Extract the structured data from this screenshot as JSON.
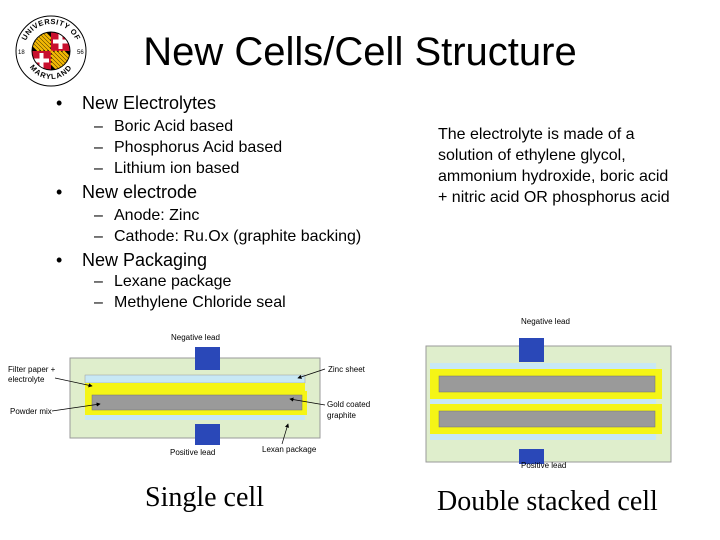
{
  "logo": {
    "ring_top": "UNIVERSITY OF",
    "ring_bottom": "MARYLAND",
    "year_left": "18",
    "year_right": "56",
    "colors": {
      "red": "#c8102e",
      "gold": "#f2b705",
      "black": "#000000"
    }
  },
  "title": "New Cells/Cell Structure",
  "bullets": [
    {
      "label": "New Electrolytes",
      "subs": [
        "Boric Acid based",
        "Phosphorus Acid based",
        "Lithium ion based"
      ]
    },
    {
      "label": "New electrode",
      "subs": [
        "Anode: Zinc",
        "Cathode: Ru.Ox (graphite backing)"
      ]
    },
    {
      "label": "New Packaging",
      "subs": [
        "Lexane package",
        "Methylene Chloride seal"
      ]
    }
  ],
  "note": "The electrolyte is made of a solution of ethylene glycol, ammonium hydroxide, boric acid + nitric acid OR phosphorus acid",
  "single_cell": {
    "labels": {
      "negative_lead": "Negative lead",
      "filter_paper_1": "Filter paper +",
      "filter_paper_2": "electrolyte",
      "zinc_sheet": "Zinc sheet",
      "powder_mix": "Powder mix",
      "gold_coated_1": "Gold coated",
      "gold_coated_2": "graphite",
      "positive_lead": "Positive lead",
      "lexan_package": "Lexan package"
    },
    "caption": "Single cell"
  },
  "double_cell": {
    "labels": {
      "negative_lead": "Negative lead",
      "positive_lead": "Positive lead"
    },
    "caption": "Double stacked cell"
  },
  "colors": {
    "package": "#dfeecc",
    "lead": "#2a48b8",
    "gold": "#f5f516",
    "graphite": "#9a9a9a",
    "zinc": "#c8e8f5",
    "outline": "#707070"
  }
}
